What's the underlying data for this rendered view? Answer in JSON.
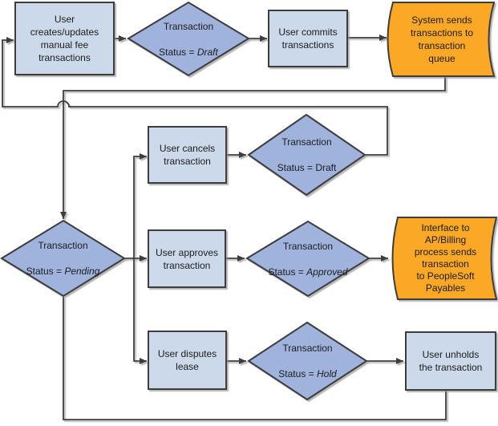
{
  "diagram": {
    "type": "flowchart",
    "colors": {
      "box_fill": "#ccd9eb",
      "diamond_fill": "#a0b3dd",
      "store_fill": "#faa828",
      "stroke": "#3c3c3c",
      "text": "#1c1c1c",
      "background": "#ffffff"
    },
    "nodes": {
      "box_create": {
        "text": "User\ncreates/updates\nmanual fee\ntransactions"
      },
      "dia_draft1": {
        "title": "Transaction",
        "prefix": "Status = ",
        "status": "Draft"
      },
      "box_commit": {
        "text": "User commits\ntransactions"
      },
      "store_queue": {
        "text": "System sends\ntransactions to\ntransaction\nqueue"
      },
      "box_cancel": {
        "text": "User cancels\ntransaction"
      },
      "dia_draft2": {
        "title": "Transaction",
        "prefix": "Status = ",
        "status": "Draft"
      },
      "dia_pending": {
        "title": "Transaction",
        "prefix": "Status = ",
        "status": "Pending"
      },
      "box_approve": {
        "text": "User approves\ntransaction"
      },
      "dia_approved": {
        "title": "Transaction",
        "prefix": "Status = ",
        "status": "Approved"
      },
      "store_ap": {
        "text": "Interface to\nAP/Billing\nprocess sends\ntransaction\nto PeopleSoft\nPayables"
      },
      "box_dispute": {
        "text": "User disputes\nlease"
      },
      "dia_hold": {
        "title": "Transaction",
        "prefix": "Status = ",
        "status": "Hold"
      },
      "box_unhold": {
        "text": "User unholds\nthe transaction"
      }
    }
  }
}
